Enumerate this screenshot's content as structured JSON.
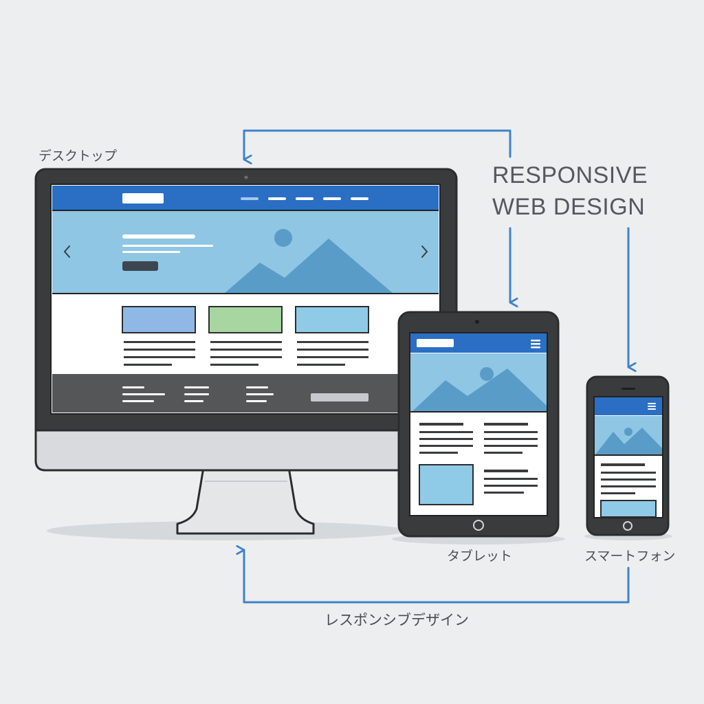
{
  "title": {
    "line1": "RESPONSIVE",
    "line2": "WEB DESIGN"
  },
  "devices": {
    "desktop": {
      "label": "デスクトップ"
    },
    "tablet": {
      "label": "タブレット"
    },
    "smartphone": {
      "label": "スマートフォン"
    }
  },
  "footer_label": "レスポンシブデザイン",
  "colors": {
    "background": "#eceef0",
    "arrow": "#3f82c8",
    "header_blue": "#2a6fc4",
    "hero_blue": "#8ec6e4",
    "mountain": "#5a9cc8",
    "card_blue": "#8fb8e6",
    "card_green": "#a8d6a0",
    "card_cyan": "#8fcbe6",
    "bezel": "#3a3b3d",
    "footer_dark": "#555658"
  },
  "icons": {
    "carousel_prev": "chevron-left-icon",
    "carousel_next": "chevron-right-icon",
    "menu": "hamburger-menu-icon"
  }
}
